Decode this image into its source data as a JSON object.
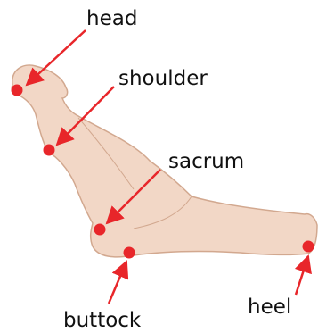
{
  "colors": {
    "body_fill": "#f2d7c6",
    "body_stroke": "#d2a88f",
    "marker": "#e8262a",
    "arrow": "#e8262a",
    "text": "#111111"
  },
  "labels": {
    "head": "head",
    "shoulder": "shoulder",
    "sacrum": "sacrum",
    "heel": "heel",
    "buttock": "buttock"
  }
}
